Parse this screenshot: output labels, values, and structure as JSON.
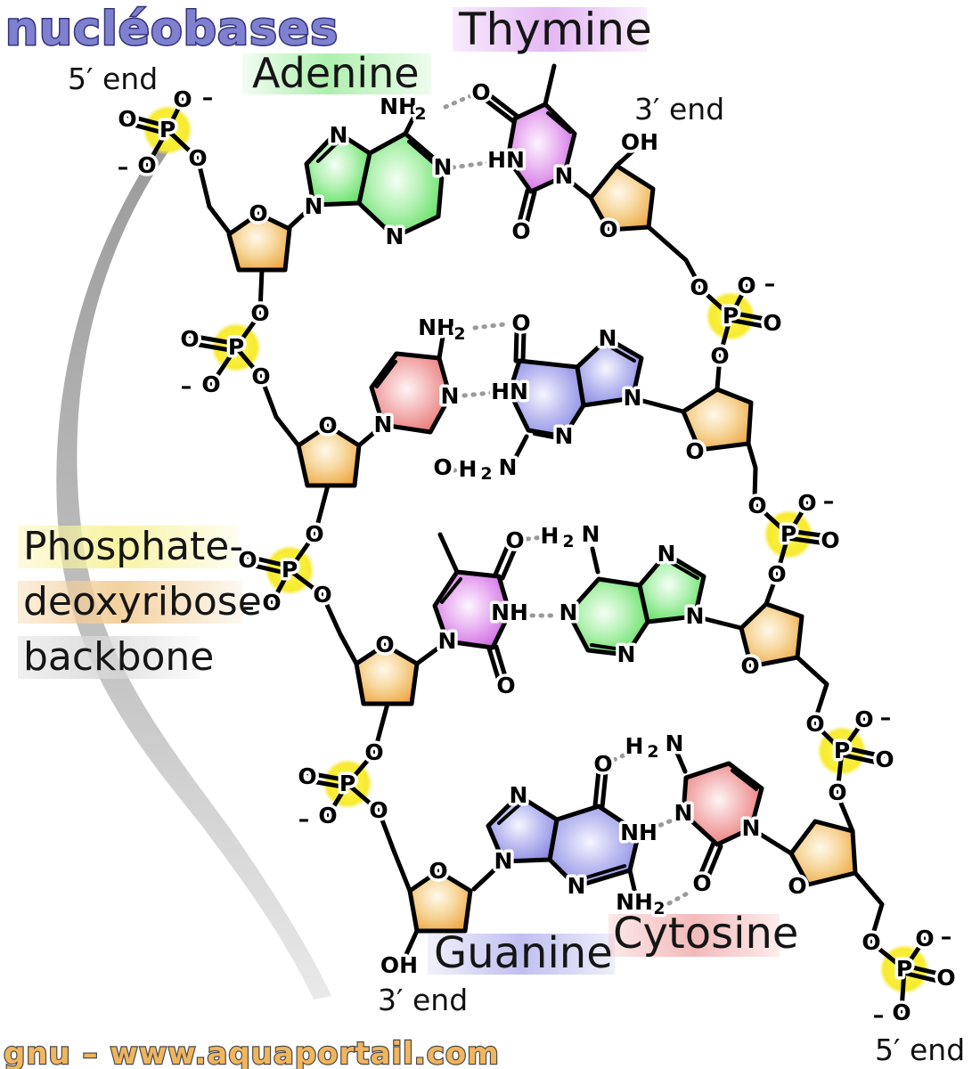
{
  "title": "nucléobases",
  "watermark": "gnu – www.aquaportail.com",
  "base_labels": {
    "adenine": "Adenine",
    "thymine": "Thymine",
    "guanine": "Guanine",
    "cytosine": "Cytosine"
  },
  "backbone_label": {
    "line1": "Phosphate-",
    "line2": "deoxyribose",
    "line3": "backbone"
  },
  "strand_ends": {
    "top_left": "5′ end",
    "top_right": "3′ end",
    "bottom_left": "3′ end",
    "bottom_right": "5′ end"
  },
  "atoms": {
    "phosphorus": "P",
    "oxygen": "O",
    "nitrogen": "N",
    "nh": "NH",
    "hn": "HN",
    "hydrogen": "H",
    "hydroxyl": "OH",
    "subscript_two": "2",
    "charge_minus": "–"
  },
  "colors": {
    "adenine_fill": "#58dc58",
    "thymine_fill": "#cc5fe0",
    "guanine_fill": "#8585e2",
    "cytosine_fill": "#e96f6f",
    "sugar_fill": "#eda43e",
    "phosphate_fill": "#f8ee38",
    "adenine_highlight": "#aaefaa",
    "thymine_highlight": "#e3b3f3",
    "guanine_highlight": "#bcbcf0",
    "cytosine_highlight": "#f3b6b6",
    "phosphate_highlight": "#f7f3a0",
    "deoxyribose_highlight": "#f3cf9a",
    "backbone_highlight": "#d9d9d9",
    "title_color": "#8080d0",
    "watermark_color": "#f0b55e",
    "hydrogen_bond_color": "#9a9a9a"
  }
}
